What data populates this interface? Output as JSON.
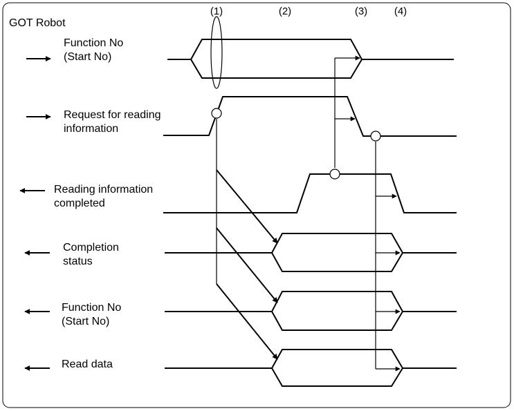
{
  "title": "GOT Robot",
  "steps": [
    "(1)",
    "(2)",
    "(3)",
    "(4)"
  ],
  "signals": [
    {
      "line1": "Function No",
      "line2": "(Start No)",
      "direction": "to robot"
    },
    {
      "line1": "Request for reading",
      "line2": "information",
      "direction": "to robot"
    },
    {
      "line1": "Reading information",
      "line2": "completed",
      "direction": "to GOT"
    },
    {
      "line1": "Completion",
      "line2": "status",
      "direction": "to GOT"
    },
    {
      "line1": "Function No",
      "line2": "(Start No)",
      "direction": "to GOT"
    },
    {
      "line1": "Read data",
      "line2": "",
      "direction": "to GOT"
    }
  ]
}
